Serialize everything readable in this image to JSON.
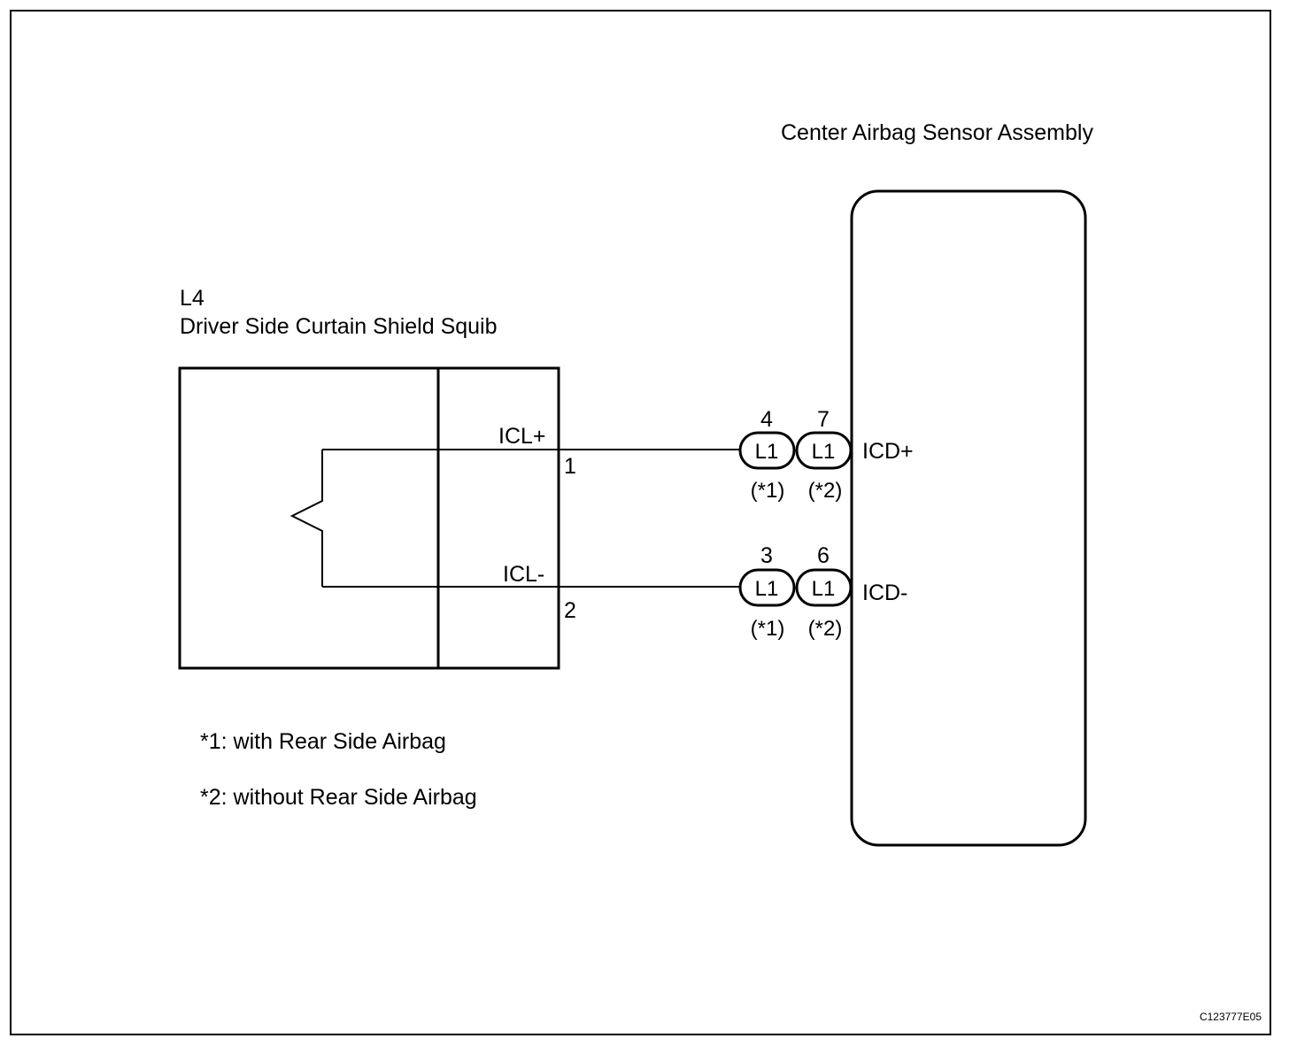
{
  "squib": {
    "code": "L4",
    "name": "Driver Side Curtain Shield Squib",
    "pins": [
      {
        "signal": "ICL+",
        "number": "1"
      },
      {
        "signal": "ICL-",
        "number": "2"
      }
    ]
  },
  "sensor": {
    "name": "Center Airbag Sensor Assembly",
    "terminals": [
      {
        "signal": "ICD+",
        "connectors": [
          {
            "pin": "4",
            "label": "L1",
            "note": "(*1)"
          },
          {
            "pin": "7",
            "label": "L1",
            "note": "(*2)"
          }
        ]
      },
      {
        "signal": "ICD-",
        "connectors": [
          {
            "pin": "3",
            "label": "L1",
            "note": "(*1)"
          },
          {
            "pin": "6",
            "label": "L1",
            "note": "(*2)"
          }
        ]
      }
    ]
  },
  "notes": [
    "*1: with Rear Side Airbag",
    "*2: without Rear Side Airbag"
  ],
  "figure_id": "C123777E05"
}
